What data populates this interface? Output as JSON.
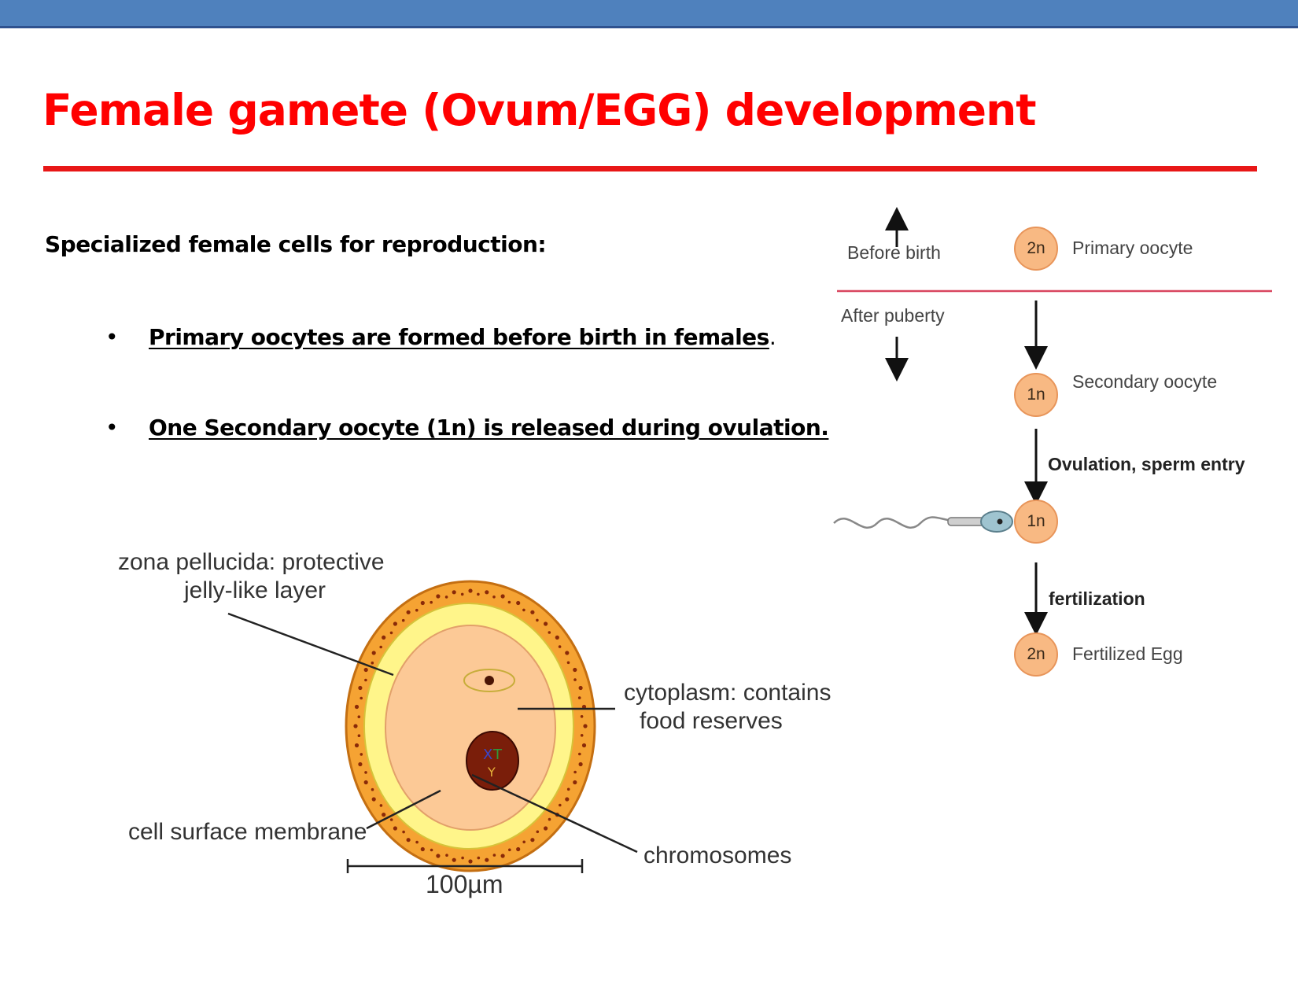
{
  "slide": {
    "title": "Female gamete (Ovum/EGG) development",
    "intro": "Specialized female cells for reproduction:",
    "bullets": [
      {
        "text": "Primary oocytes are formed before birth in females",
        "suffix": "."
      },
      {
        "text": "One Secondary oocyte (1n) is released during ovulation.",
        "suffix": ""
      }
    ],
    "bullet_glyph": "•"
  },
  "flow_diagram": {
    "before_birth": "Before birth",
    "after_puberty": "After puberty",
    "stages": [
      {
        "ploidy": "2n",
        "label": "Primary oocyte"
      },
      {
        "ploidy": "1n",
        "label": "Secondary oocyte"
      },
      {
        "ploidy": "1n",
        "label": ""
      },
      {
        "ploidy": "2n",
        "label": "Fertilized Egg"
      }
    ],
    "step_labels": [
      "Ovulation, sperm entry",
      "fertilization"
    ]
  },
  "egg_diagram": {
    "zona_line1": "zona pellucida: protective",
    "zona_line2": "jelly-like layer",
    "cytoplasm_line1": "cytoplasm: contains",
    "cytoplasm_line2": "food reserves",
    "membrane": "cell surface membrane",
    "chromosomes": "chromosomes",
    "scale": "100µm"
  },
  "colors": {
    "top_bar": "#4f81bd",
    "title": "#ff0000",
    "rule": "#e81717",
    "cell_fill": "#f8b983",
    "zona": "#fff58a",
    "follicle": "#f5a333",
    "nucleus": "#7a1e0a"
  }
}
